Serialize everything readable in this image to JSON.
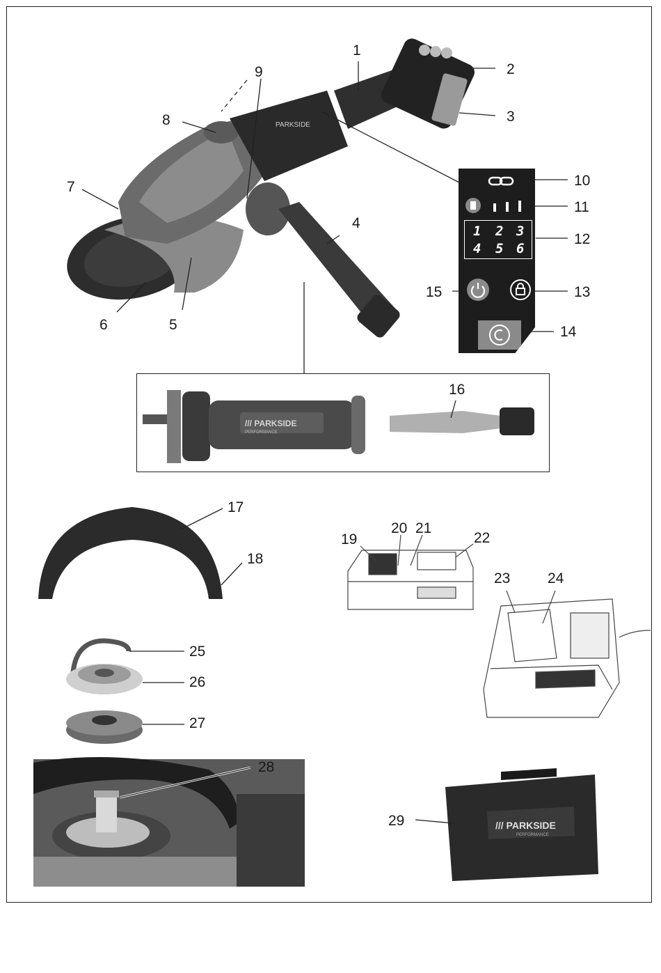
{
  "callouts": {
    "n1": "1",
    "n2": "2",
    "n3": "3",
    "n4": "4",
    "n5": "5",
    "n6": "6",
    "n7": "7",
    "n8": "8",
    "n9": "9",
    "n10": "10",
    "n11": "11",
    "n12": "12",
    "n13": "13",
    "n14": "14",
    "n15": "15",
    "n16": "16",
    "n17": "17",
    "n18": "18",
    "n19": "19",
    "n20": "20",
    "n21": "21",
    "n22": "22",
    "n23": "23",
    "n24": "24",
    "n25": "25",
    "n26": "26",
    "n27": "27",
    "n28": "28",
    "n29": "29"
  },
  "control_panel": {
    "speed_levels": [
      "1",
      "2",
      "3",
      "4",
      "5",
      "6"
    ],
    "icons": [
      "link-icon",
      "battery-icon",
      "level-bars-icon",
      "power-icon",
      "lock-icon",
      "mode-icon"
    ]
  },
  "branding": {
    "handle_text": "/// PARKSIDE",
    "handle_subtext": "PERFORMANCE",
    "case_text": "/// PARKSIDE",
    "case_subtext": "PERFORMANCE",
    "grinder_text": "PARKSIDE"
  },
  "colors": {
    "body_dark": "#2a2a2a",
    "body_mid": "#6b6b6b",
    "body_light": "#a8a8a8",
    "panel": "#1d1d1d"
  }
}
